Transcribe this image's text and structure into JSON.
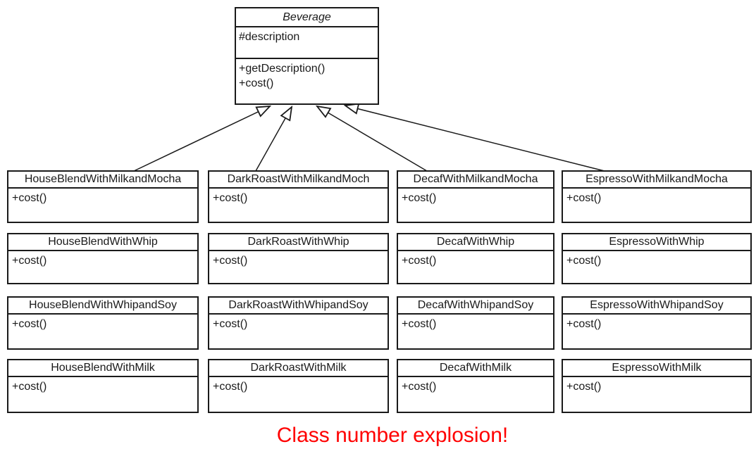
{
  "diagram": {
    "type": "uml-class-diagram",
    "base_class": {
      "name": "Beverage",
      "attributes": [
        "#description"
      ],
      "methods": [
        "+getDescription()",
        "+cost()"
      ]
    },
    "relationship": "inheritance",
    "subclasses": [
      {
        "name": "HouseBlendWithMilkandMocha",
        "methods": [
          "+cost()"
        ]
      },
      {
        "name": "DarkRoastWithMilkandMoch",
        "methods": [
          "+cost()"
        ]
      },
      {
        "name": "DecafWithMilkandMocha",
        "methods": [
          "+cost()"
        ]
      },
      {
        "name": "EspressoWithMilkandMocha",
        "methods": [
          "+cost()"
        ]
      },
      {
        "name": "HouseBlendWithWhip",
        "methods": [
          "+cost()"
        ]
      },
      {
        "name": "DarkRoastWithWhip",
        "methods": [
          "+cost()"
        ]
      },
      {
        "name": "DecafWithWhip",
        "methods": [
          "+cost()"
        ]
      },
      {
        "name": "EspressoWithWhip",
        "methods": [
          "+cost()"
        ]
      },
      {
        "name": "HouseBlendWithWhipandSoy",
        "methods": [
          "+cost()"
        ]
      },
      {
        "name": "DarkRoastWithWhipandSoy",
        "methods": [
          "+cost()"
        ]
      },
      {
        "name": "DecafWithWhipandSoy",
        "methods": [
          "+cost()"
        ]
      },
      {
        "name": "EspressoWithWhipandSoy",
        "methods": [
          "+cost()"
        ]
      },
      {
        "name": "HouseBlendWithMilk",
        "methods": [
          "+cost()"
        ]
      },
      {
        "name": "DarkRoastWithMilk",
        "methods": [
          "+cost()"
        ]
      },
      {
        "name": "DecafWithMilk",
        "methods": [
          "+cost()"
        ]
      },
      {
        "name": "EspressoWithMilk",
        "methods": [
          "+cost()"
        ]
      }
    ],
    "caption": "Class number explosion!",
    "colors": {
      "caption": "#ff0000",
      "line": "#1a1a1a",
      "background": "#ffffff"
    }
  }
}
